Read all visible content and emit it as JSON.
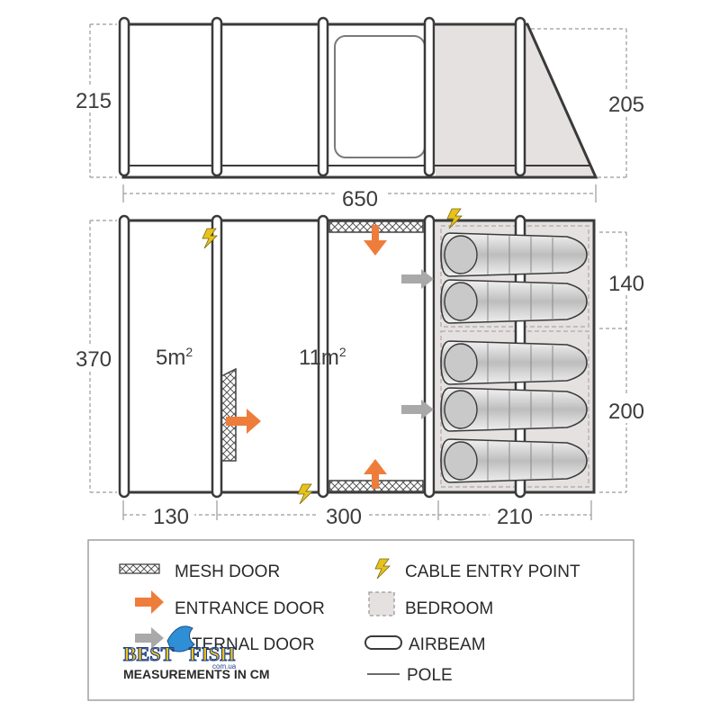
{
  "side_view": {
    "height_left": "215",
    "height_right": "205",
    "length": "650"
  },
  "floor_plan": {
    "width_left": "370",
    "bedroom_top": "140",
    "bedroom_bottom": "200",
    "area_small": "5m",
    "area_large": "11m",
    "area_superscript": "2",
    "segment_1": "130",
    "segment_2": "300",
    "segment_3": "210"
  },
  "legend": {
    "mesh_door": "MESH DOOR",
    "entrance_door": "ENTRANCE DOOR",
    "internal_door": "INTERNAL DOOR",
    "cable_entry": "CABLE ENTRY POINT",
    "bedroom": "BEDROOM",
    "airbeam": "AIRBEAM",
    "pole": "POLE",
    "measurements": "MEASUREMENTS IN CM"
  },
  "watermark": {
    "word1": "BEST",
    "word2": "FISH",
    "sub": "com.ua"
  },
  "colors": {
    "outline": "#3a3a3a",
    "entrance_arrow": "#ee7d3b",
    "internal_arrow": "#a9a9a9",
    "bedroom_fill": "#e6e1e1",
    "cable_icon": "#e8c21c",
    "airbeam_fill": "#ffffff"
  }
}
